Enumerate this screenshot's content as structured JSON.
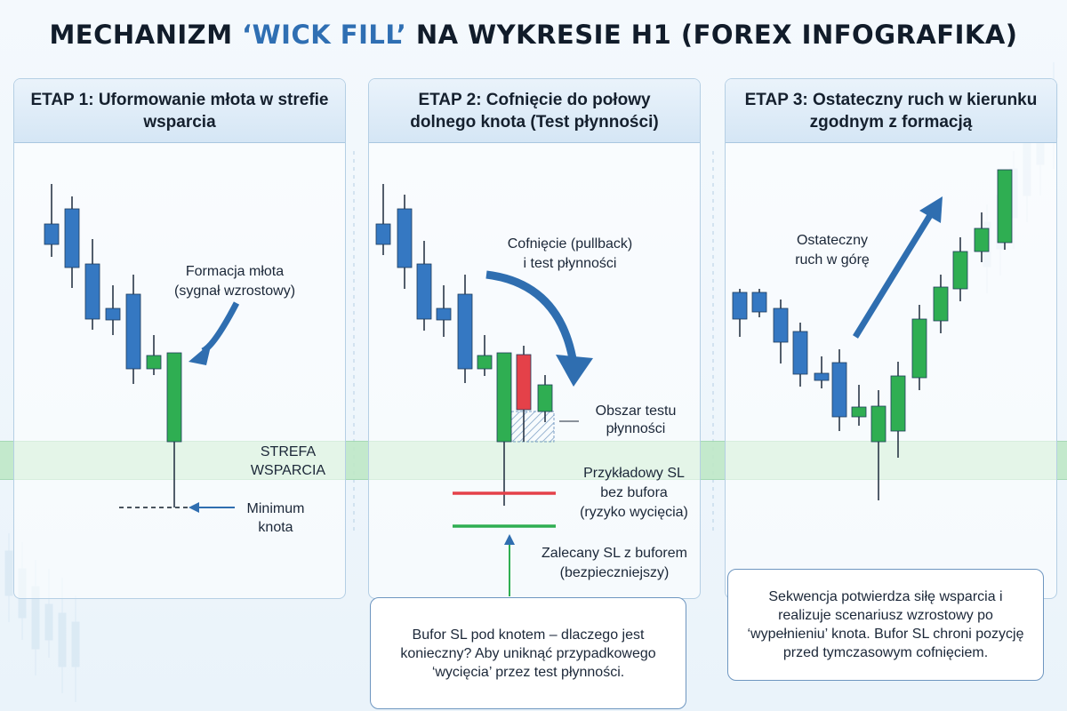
{
  "title": {
    "prefix": "MECHANIZM ",
    "highlight": "‘WICK FILL’",
    "suffix": " NA WYKRESIE H1  (FOREX INFOGRAFIKA)"
  },
  "colors": {
    "bullish": "#2fae52",
    "bearish": "#3578c2",
    "red": "#e44149",
    "zone": "#a9e0b6",
    "arrow": "#2f6eb0"
  },
  "panels": [
    {
      "header": "ETAP 1: Uformowanie młota w strefie wsparcia",
      "hammer_label": [
        "Formacja młota",
        "(sygnał wzrostowy)"
      ],
      "zone_label": [
        "STREFA",
        "WSPARCIA"
      ],
      "wick_min_label": [
        "Minimum",
        "knota"
      ]
    },
    {
      "header": "ETAP 2: Cofnięcie do połowy dolnego knota (Test płynności)",
      "pullback_label": [
        "Cofnięcie (pullback)",
        "i test płynności"
      ],
      "test_area_label": [
        "Obszar testu",
        "płynności"
      ],
      "sl_no_buffer_label": [
        "Przykładowy SL",
        "bez bufora",
        "(ryzyko wycięcia)"
      ],
      "sl_buffer_label": [
        "Zalecany SL z buforem",
        "(bezpieczniejszy)"
      ],
      "note": "Bufor SL pod knotem – dlaczego jest konieczny? Aby uniknąć przypadkowego ‘wycięcia’ przez test płynności."
    },
    {
      "header": "ETAP 3: Ostateczny ruch w kierunku zgodnym z formacją",
      "final_move_label": [
        "Ostateczny",
        "ruch w górę"
      ],
      "note": "Sekwencja potwierdza siłę wsparcia i realizuje scenariusz wzrostowy po ‘wypełnieniu’ knota. Bufor SL chroni pozycję przed tymczasowym cofnięciem."
    }
  ]
}
